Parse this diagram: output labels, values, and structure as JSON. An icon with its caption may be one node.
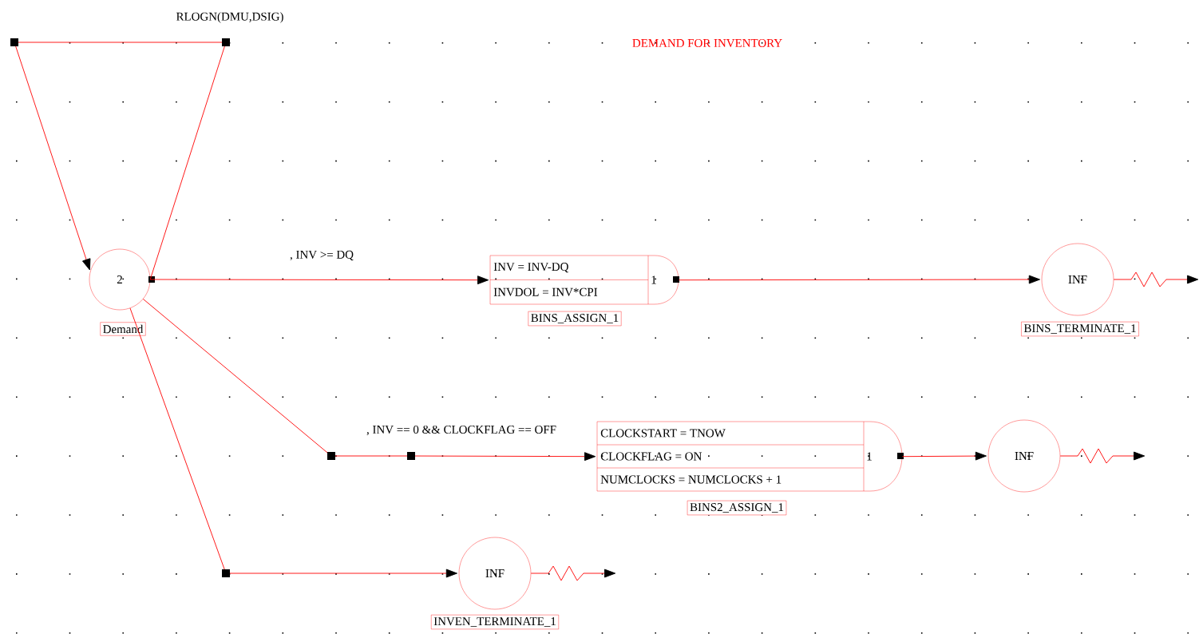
{
  "diagram": {
    "title": "DEMAND FOR INVENTORY",
    "nodes": [
      {
        "text": [
          "2"
        ],
        "beside": [
          "Demand"
        ]
      },
      {
        "text": [
          "INV = INV-DQ",
          "INVDOL = INV*CPI",
          "1"
        ],
        "beside": [
          "BINS_ASSIGN_1"
        ]
      },
      {
        "text": [
          "INF"
        ],
        "beside": [
          "BINS_TERMINATE_1"
        ]
      },
      {
        "text": [
          "CLOCKSTART = TNOW",
          "CLOCKFLAG = ON",
          "NUMCLOCKS = NUMCLOCKS + 1",
          "1"
        ],
        "beside": [
          "BINS2_ASSIGN_1"
        ]
      },
      {
        "text": [
          "INF"
        ]
      },
      {
        "text": [
          "INF"
        ],
        "beside": [
          "INVEN_TERMINATE_1"
        ]
      }
    ],
    "edges": [
      {
        "from": 0,
        "to": 0,
        "arrow": "to",
        "label": "RLOGN(DMU,DSIG)"
      },
      {
        "from": 0,
        "to": 1,
        "arrow": "to",
        "label": ", INV >= DQ"
      },
      {
        "from": 0,
        "to": 3,
        "arrow": "to",
        "label": ", INV == 0 && CLOCKFLAG == OFF"
      },
      {
        "from": 0,
        "to": 5,
        "arrow": "to"
      },
      {
        "from": 1,
        "to": 2,
        "arrow": "to"
      },
      {
        "from": 3,
        "to": 4,
        "arrow": "to"
      },
      {
        "from": 2,
        "to": null,
        "arrow": "to"
      },
      {
        "from": 4,
        "to": null,
        "arrow": "to"
      },
      {
        "from": 5,
        "to": null,
        "arrow": "to"
      }
    ]
  }
}
